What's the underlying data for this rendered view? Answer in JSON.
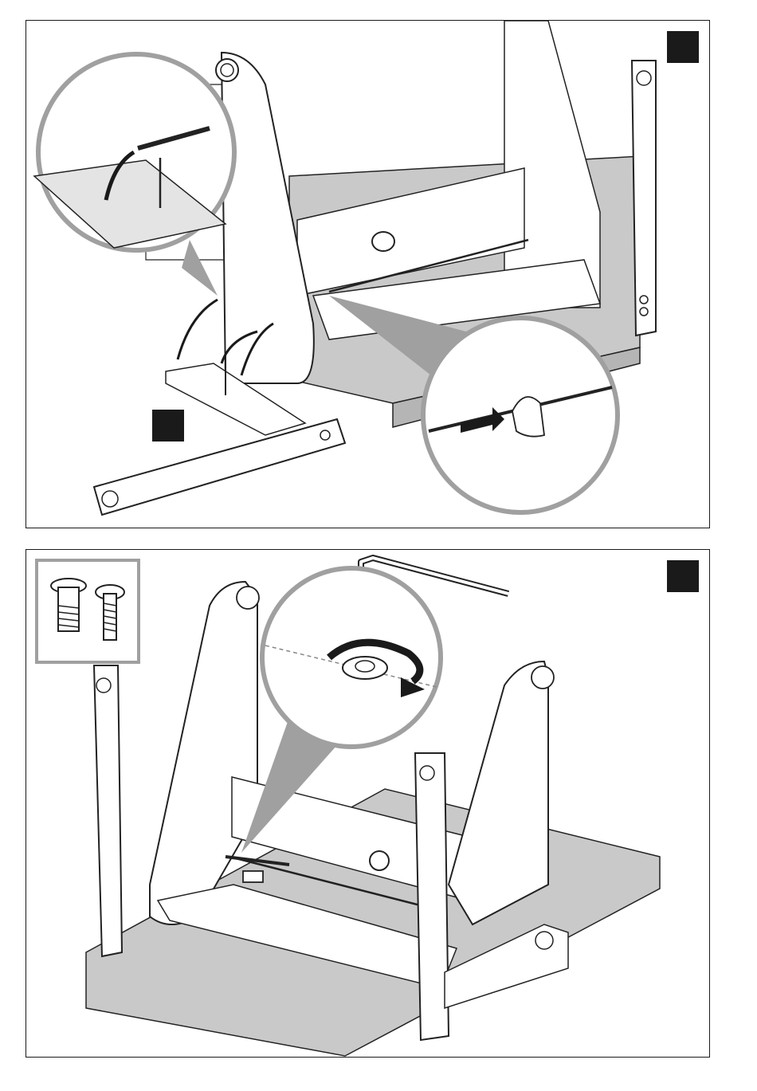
{
  "page": {
    "background": "#ffffff"
  },
  "panels": [
    {
      "step_badges": [
        {
          "color": "#1a1a1a",
          "label": ""
        },
        {
          "color": "#1a1a1a",
          "label": ""
        }
      ],
      "callouts": [
        "pin-insertion-detail",
        "rod-clip-detail"
      ],
      "arrow_color": "#1a1a1a",
      "floor_color": "#c9c9c9",
      "callout_ring_color": "#a0a0a0"
    },
    {
      "step_badges": [
        {
          "color": "#1a1a1a",
          "label": ""
        }
      ],
      "hardware_box": [
        "flange-bolt",
        "screw"
      ],
      "callouts": [
        "cam-lock-tighten-detail"
      ],
      "tool": "allen-key",
      "arrow_color": "#1a1a1a",
      "floor_color": "#c9c9c9",
      "callout_ring_color": "#a0a0a0"
    }
  ]
}
